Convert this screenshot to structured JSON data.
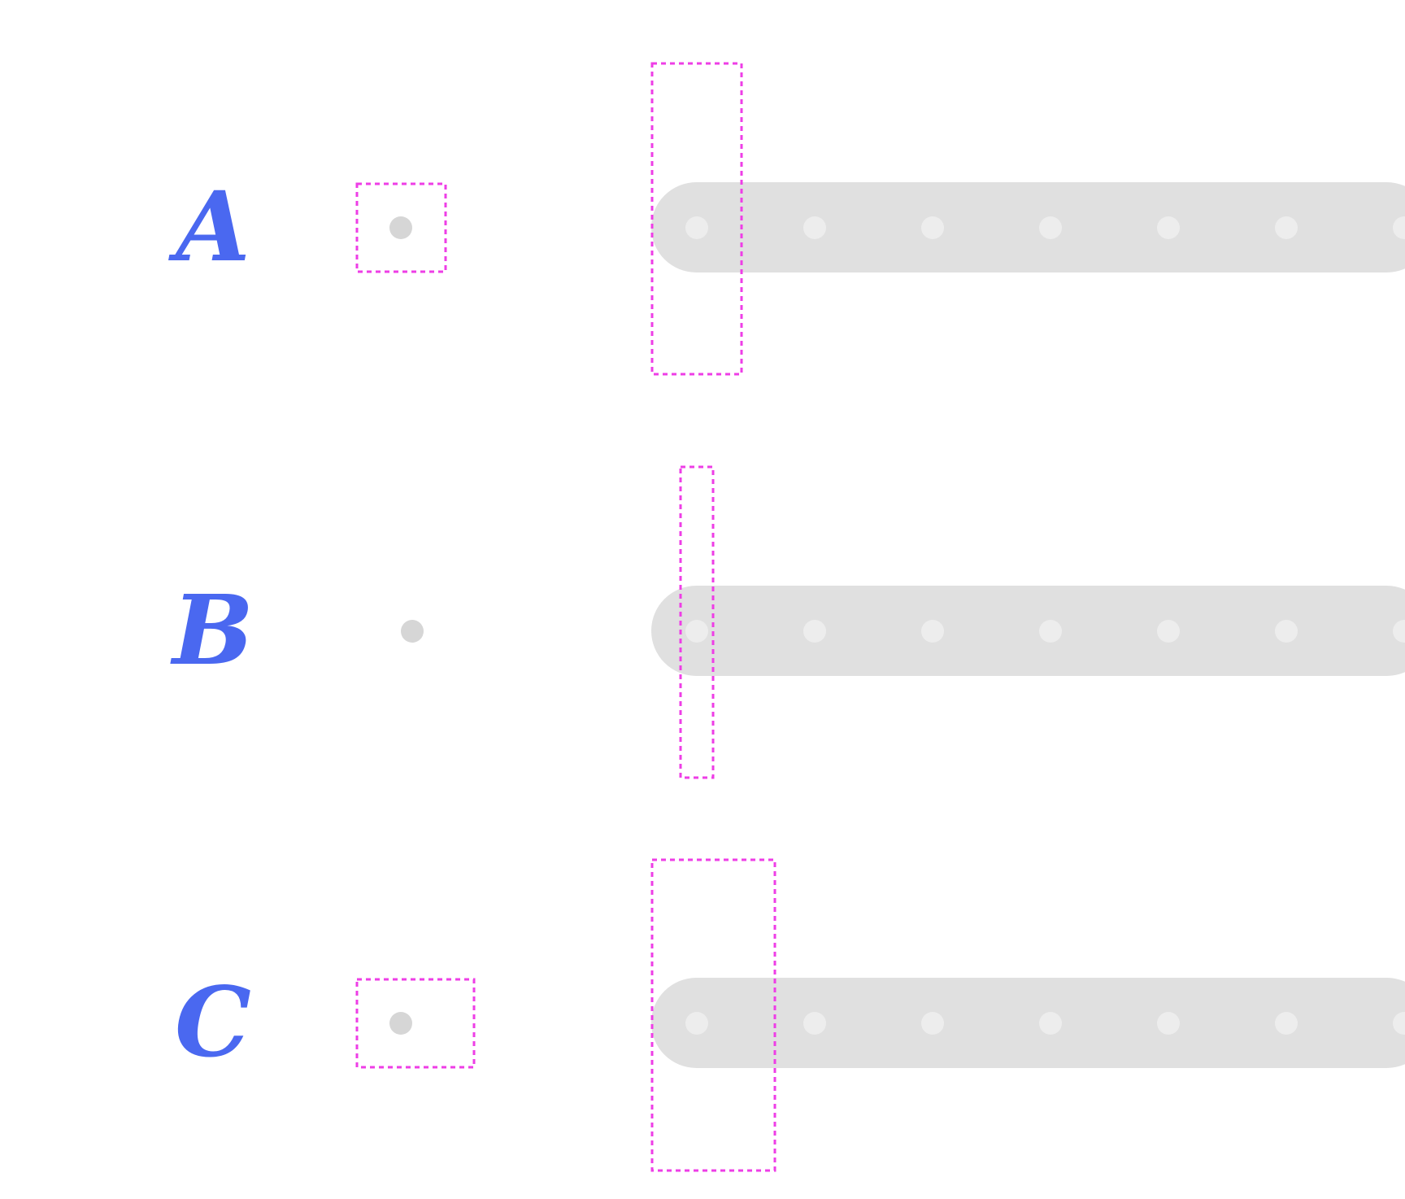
{
  "rows": [
    {
      "label": "A"
    },
    {
      "label": "B"
    },
    {
      "label": "C"
    }
  ],
  "colors": {
    "letter": "#4a68f0",
    "highlight_box": "#ee3ee6",
    "track": "#e0e0e0",
    "track_dot": "#ededed",
    "standalone_dot": "#d6d6d6",
    "background": "#ffffff"
  }
}
